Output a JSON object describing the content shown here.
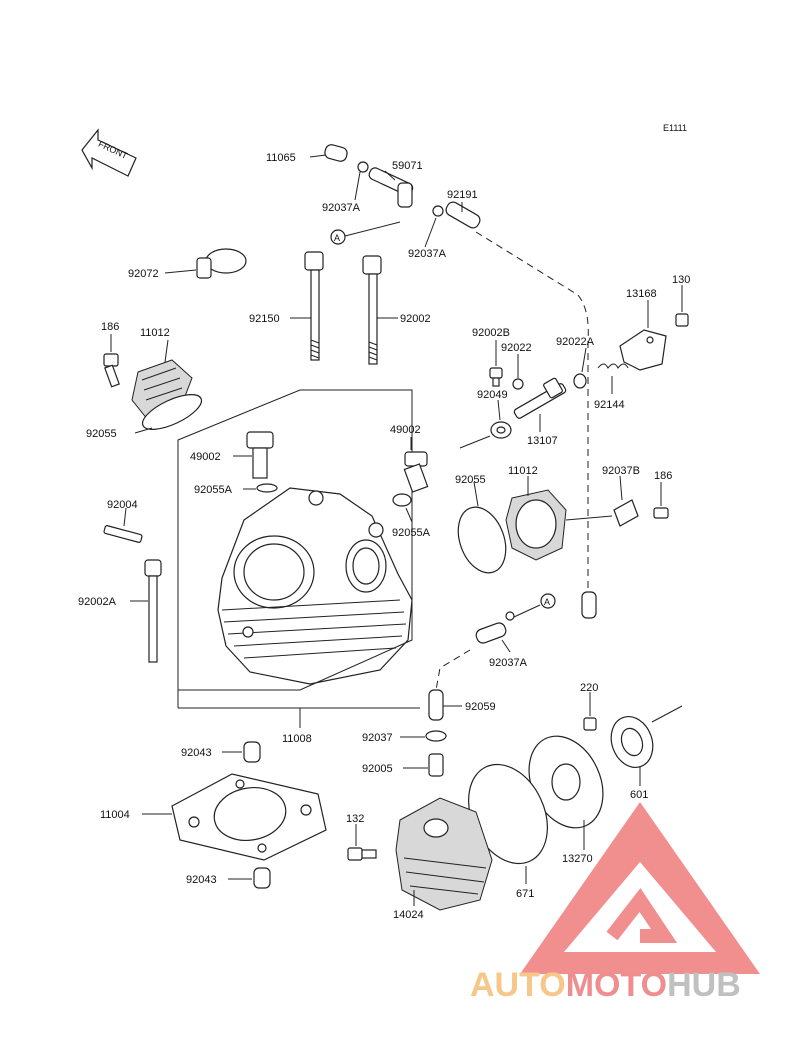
{
  "diagram_code": "E1111",
  "front_label": "FRONT",
  "ref_marker": "A",
  "watermark": {
    "part1": "AUTO",
    "part2": "MOTO",
    "part3": "HUB",
    "color_auto": "#f6c68a",
    "color_moto": "#ef8e8e",
    "color_hub": "#c0c0c0",
    "triangle_color": "#ef7b7b"
  },
  "labels": {
    "p11065": "11065",
    "p59071": "59071",
    "p92037A_1": "92037A",
    "p92191": "92191",
    "p92037A_2": "92037A",
    "p92072": "92072",
    "p92150": "92150",
    "p92002": "92002",
    "p186_1": "186",
    "p11012_1": "11012",
    "p92055_1": "92055",
    "p49002_1": "49002",
    "p92055A_1": "92055A",
    "p49002_2": "49002",
    "p92055A_2": "92055A",
    "p92002B": "92002B",
    "p92022": "92022",
    "p92022A": "92022A",
    "p13168": "13168",
    "p130": "130",
    "p92049": "92049",
    "p13107": "13107",
    "p92144": "92144",
    "p92055_2": "92055",
    "p11012_2": "11012",
    "p92037B": "92037B",
    "p186_2": "186",
    "p92004": "92004",
    "p92002A": "92002A",
    "p92037A_3": "92037A",
    "p92059": "92059",
    "p220": "220",
    "p11008": "11008",
    "p92043_1": "92043",
    "p92037": "92037",
    "p92005": "92005",
    "p601": "601",
    "p11004": "11004",
    "p132": "132",
    "p13270": "13270",
    "p92043_2": "92043",
    "p671": "671",
    "p14024": "14024"
  }
}
